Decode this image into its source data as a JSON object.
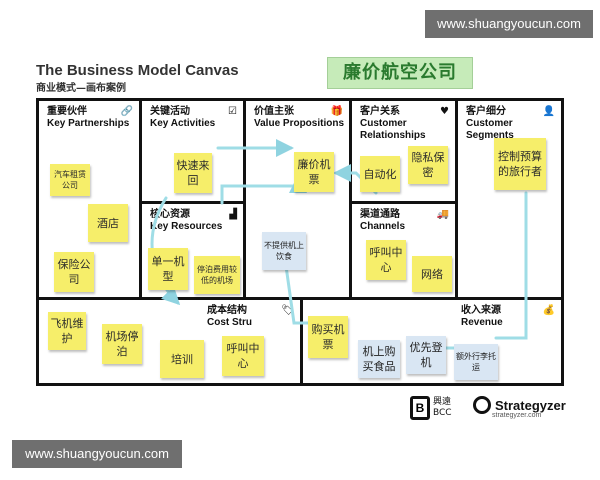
{
  "watermark_top": "www.shuangyoucun.com",
  "watermark_bottom": "www.shuangyoucun.com",
  "title_en": "The Business Model Canvas",
  "title_cn": "商业模式—画布案例",
  "case_title": "廉价航空公司",
  "blocks": {
    "partners": {
      "cn": "重要伙伴",
      "en": "Key Partnerships",
      "icon": "link-icon"
    },
    "activities": {
      "cn": "关键活动",
      "en": "Key Activities",
      "icon": "checkbox-icon"
    },
    "resources": {
      "cn": "核心资源",
      "en": "Key Resources",
      "icon": "factory-icon"
    },
    "value": {
      "cn": "价值主张",
      "en": "Value Propositions",
      "icon": "gift-icon"
    },
    "relationships": {
      "cn": "客户关系",
      "en": "Customer Relationships",
      "icon": "heart-icon"
    },
    "channels": {
      "cn": "渠道通路",
      "en": "Channels",
      "icon": "truck-icon"
    },
    "segments": {
      "cn": "客户细分",
      "en": "Customer Segments",
      "icon": "person-icon"
    },
    "cost": {
      "cn": "成本结构",
      "en": "Cost Stru",
      "icon": "tag-icon"
    },
    "revenue": {
      "cn": "收入来源",
      "en": "Revenue",
      "icon": "money-bag-icon"
    }
  },
  "notes": {
    "partners": [
      "汽车租赁公司",
      "酒店",
      "保险公司"
    ],
    "activities": [
      "快速来回"
    ],
    "resources": [
      "单一机型",
      "停泊费用较低的机场"
    ],
    "value": [
      "廉价机票",
      "不提供机上饮食"
    ],
    "relationships": [
      "自动化",
      "隐私保密"
    ],
    "channels": [
      "呼叫中心",
      "网络"
    ],
    "segments": [
      "控制预算的旅行者"
    ],
    "cost": [
      "飞机维护",
      "机场停泊",
      "培训",
      "呼叫中心"
    ],
    "revenue": [
      "购买机票",
      "机上购买食品",
      "优先登机",
      "额外行李托运"
    ]
  },
  "brand_bcc": [
    "興遠",
    "BCC"
  ],
  "brand_strategyzer": "Strategyzer",
  "brand_strategyzer_url": "strategyzer.com"
}
